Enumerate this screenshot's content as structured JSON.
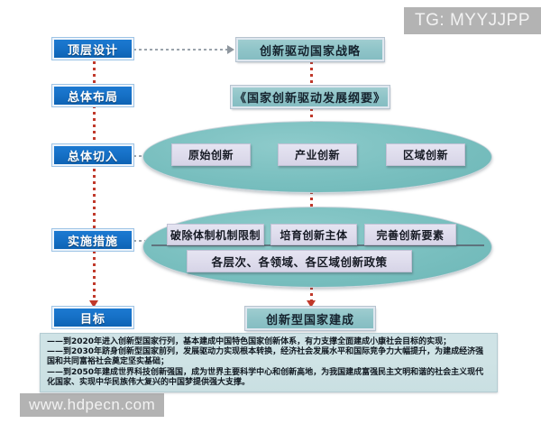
{
  "watermarks": {
    "telegram": "TG: MYYJJPP",
    "site": "www.hdpecn.com"
  },
  "stages": [
    {
      "id": "top-design",
      "label": "顶层设计"
    },
    {
      "id": "overall-layout",
      "label": "总体布局"
    },
    {
      "id": "overall-entry",
      "label": "总体切入"
    },
    {
      "id": "implementation",
      "label": "实施措施"
    },
    {
      "id": "goal",
      "label": "目标"
    }
  ],
  "outcomes": [
    {
      "id": "national-strategy",
      "label": "创新驱动国家战略"
    },
    {
      "id": "outline-document",
      "label": "《国家创新驱动发展纲要》"
    },
    {
      "id": "nation-built",
      "label": "创新型国家建成"
    }
  ],
  "entry_group": {
    "items": [
      {
        "id": "original-innovation",
        "label": "原始创新"
      },
      {
        "id": "industry-innovation",
        "label": "产业创新"
      },
      {
        "id": "regional-innovation",
        "label": "区域创新"
      }
    ]
  },
  "measures_group": {
    "row1": [
      {
        "id": "break-institutional-limits",
        "label": "破除体制机制限制"
      },
      {
        "id": "cultivate-subjects",
        "label": "培育创新主体"
      },
      {
        "id": "improve-elements",
        "label": "完善创新要素"
      }
    ],
    "row2": [
      {
        "id": "multi-level-policy",
        "label": "各层次、各领域、各区域创新政策"
      }
    ]
  },
  "notes": {
    "bullets": [
      {
        "lead": "——到2020年进入创新型国家行列，",
        "rest": "基本建成中国特色国家创新体系，有力支撑全面建成小康社会目标的实现；"
      },
      {
        "lead": "——到2030年跻身创新型国家前列，",
        "rest": "发展驱动力实现根本转换，经济社会发展水平和国际竞争力大幅提升，为建成经济强国和共同富裕社会奠定坚实基础；"
      },
      {
        "lead": "——到2050年建成世界科技创新强国，",
        "rest": "成为世界主要科学中心和创新高地，为我国建成富强民主文明和谐的社会主义现代化国家、实现中华民族伟大复兴的中国梦提供强大支撑。"
      }
    ]
  },
  "colors": {
    "stage_blue": "#1671c7",
    "outcome_teal": "#8fc4c8",
    "ellipse_teal": "#79bfbf",
    "chip_lavender": "#dedcec",
    "connector_red": "#c0392b",
    "connector_gray": "#9aa3ab",
    "note_panel": "#cfe3e6",
    "watermark_gray": "#b3b3b3"
  }
}
